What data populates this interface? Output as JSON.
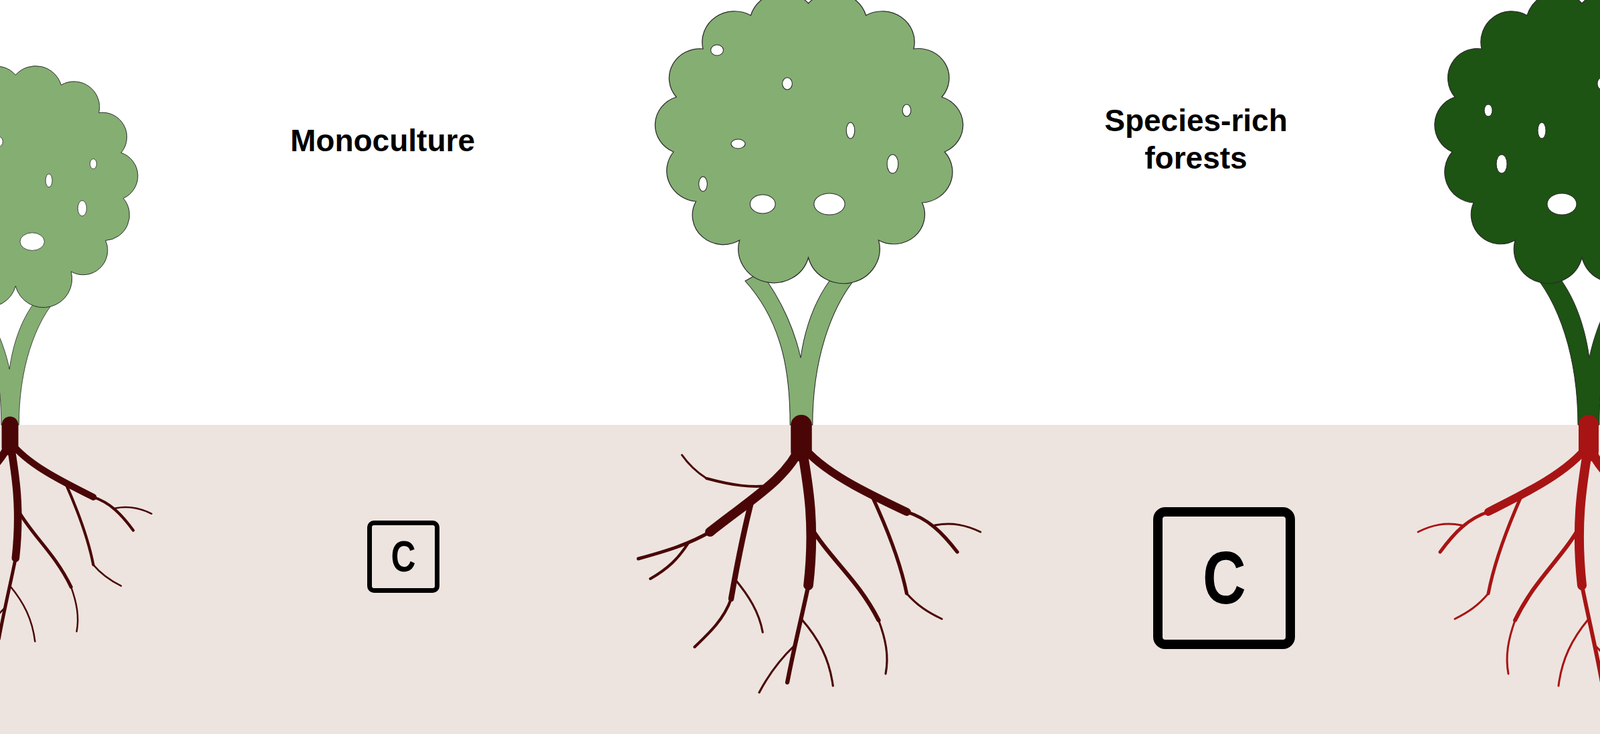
{
  "diagram": {
    "nodes": [
      {
        "text": [
          "C"
        ]
      },
      {
        "text": [
          "C"
        ]
      }
    ],
    "labels": [
      "Monoculture",
      "Species-rich forests"
    ]
  }
}
